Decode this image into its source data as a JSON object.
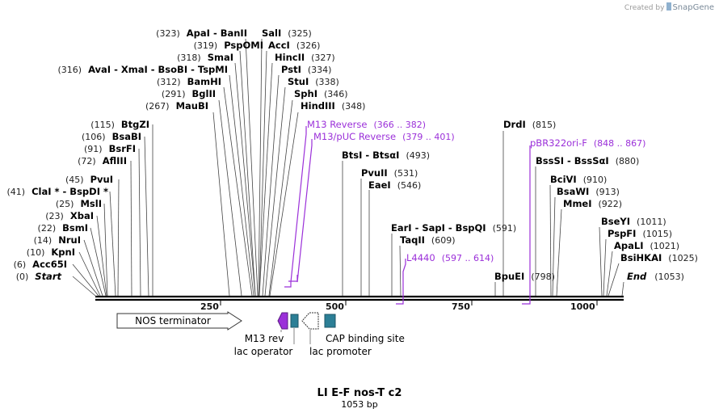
{
  "credit": {
    "prefix": "Created by",
    "brand": "SnapGene"
  },
  "map": {
    "name": "LI E-F nos-T c2",
    "length_label": "1053 bp",
    "ticks": [
      "250",
      "500",
      "750",
      "1000"
    ]
  },
  "sites": [
    {
      "pos": "(0)",
      "label": "Start"
    },
    {
      "pos": "(6)",
      "label": "Acc65I"
    },
    {
      "pos": "(10)",
      "label": "KpnI"
    },
    {
      "pos": "(14)",
      "label": "NruI"
    },
    {
      "pos": "(22)",
      "label": "BsmI"
    },
    {
      "pos": "(23)",
      "label": "XbaI"
    },
    {
      "pos": "(25)",
      "label": "MslI"
    },
    {
      "pos": "(41)",
      "label": "ClaI * - BspDI *"
    },
    {
      "pos": "(45)",
      "label": "PvuI"
    },
    {
      "pos": "(72)",
      "label": "AflIII"
    },
    {
      "pos": "(91)",
      "label": "BsrFI"
    },
    {
      "pos": "(106)",
      "label": "BsaBI"
    },
    {
      "pos": "(115)",
      "label": "BtgZI"
    },
    {
      "pos": "(267)",
      "label": "MauBI"
    },
    {
      "pos": "(291)",
      "label": "BglII"
    },
    {
      "pos": "(312)",
      "label": "BamHI"
    },
    {
      "pos": "(316)",
      "label": "AvaI - XmaI - BsoBI - TspMI"
    },
    {
      "pos": "(318)",
      "label": "SmaI"
    },
    {
      "pos": "(319)",
      "label": "PspOMI"
    },
    {
      "pos": "(323)",
      "label": "ApaI - BanII"
    },
    {
      "pos": "(325)",
      "label": "SalI"
    },
    {
      "pos": "(326)",
      "label": "AccI"
    },
    {
      "pos": "(327)",
      "label": "HincII"
    },
    {
      "pos": "(334)",
      "label": "PstI"
    },
    {
      "pos": "(338)",
      "label": "StuI"
    },
    {
      "pos": "(346)",
      "label": "SphI"
    },
    {
      "pos": "(348)",
      "label": "HindIII"
    },
    {
      "pos": "(493)",
      "label": "BtsI - BtsαI"
    },
    {
      "pos": "(531)",
      "label": "PvuII"
    },
    {
      "pos": "(546)",
      "label": "EaeI"
    },
    {
      "pos": "(591)",
      "label": "EarI - SapI - BspQI"
    },
    {
      "pos": "(609)",
      "label": "TaqII"
    },
    {
      "pos": "(798)",
      "label": "BpuEI"
    },
    {
      "pos": "(815)",
      "label": "DrdI"
    },
    {
      "pos": "(880)",
      "label": "BssSI - BssSαI"
    },
    {
      "pos": "(910)",
      "label": "BciVI"
    },
    {
      "pos": "(913)",
      "label": "BsaWI"
    },
    {
      "pos": "(922)",
      "label": "MmeI"
    },
    {
      "pos": "(1011)",
      "label": "BseYI"
    },
    {
      "pos": "(1015)",
      "label": "PspFI"
    },
    {
      "pos": "(1021)",
      "label": "ApaLI"
    },
    {
      "pos": "(1025)",
      "label": "BsiHKAI"
    },
    {
      "pos": "(1053)",
      "label": "End"
    }
  ],
  "primers": [
    {
      "name": "M13 Reverse",
      "range": "(366 .. 382)"
    },
    {
      "name": "M13/pUC Reverse",
      "range": "(379 .. 401)"
    },
    {
      "name": "L4440",
      "range": "(597 .. 614)"
    },
    {
      "name": "pBR322ori-F",
      "range": "(848 .. 867)"
    }
  ],
  "features": [
    {
      "name": "NOS terminator",
      "color": "#ffffff"
    },
    {
      "name": "M13 rev",
      "color": "#9b30d9"
    },
    {
      "name": "lac operator",
      "color": "#2c7f96"
    },
    {
      "name": "lac promoter",
      "color": "#ffffff"
    },
    {
      "name": "CAP binding site",
      "color": "#2c7f96"
    }
  ],
  "colors": {
    "primer": "#9b30d9",
    "feature_teal": "#2c7f96",
    "backbone": "#000000"
  }
}
